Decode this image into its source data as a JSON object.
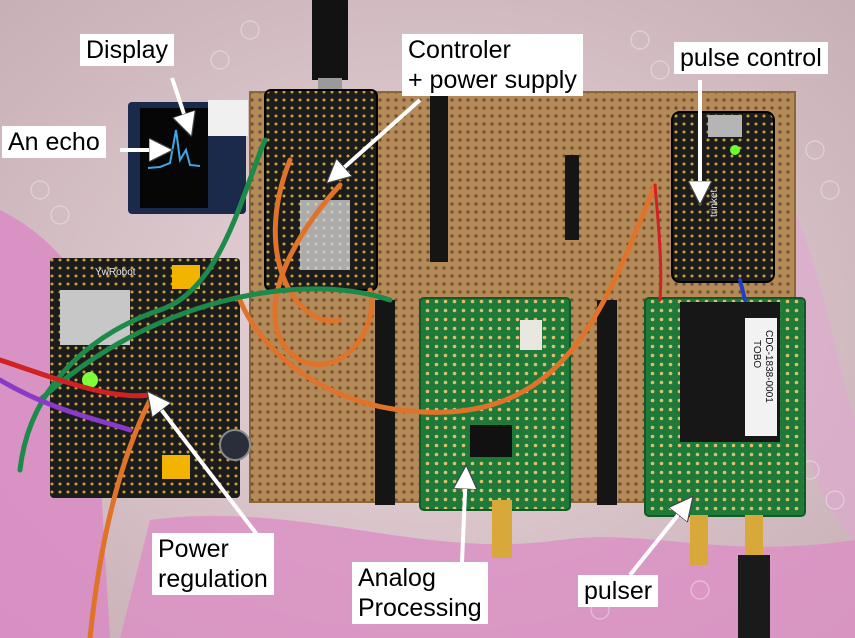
{
  "labels": {
    "display": "Display",
    "echo": "An echo",
    "controller_line1": "Controler",
    "controller_line2": "+ power supply",
    "pulse_control": "pulse control",
    "power_line1": "Power",
    "power_line2": "regulation",
    "analog_line1": "Analog",
    "analog_line2": "Processing",
    "pulser": "pulser"
  },
  "board_markings": {
    "module_brand": "TOBO",
    "module_part": "CDC-1838-0001",
    "tiny_board": "trinket",
    "power_board": "YwRobot"
  },
  "colors": {
    "background_foam": "#d9b4c6",
    "perfboard": "#b48a58",
    "pcb_black": "#1c1c1c",
    "pcb_green": "#1f7a3a",
    "wire_orange": "#e0732a",
    "wire_green": "#1e8a4a",
    "oled_blue": "#3fa8e8",
    "label_bg": "#ffffff",
    "arrow": "#ffffff"
  }
}
